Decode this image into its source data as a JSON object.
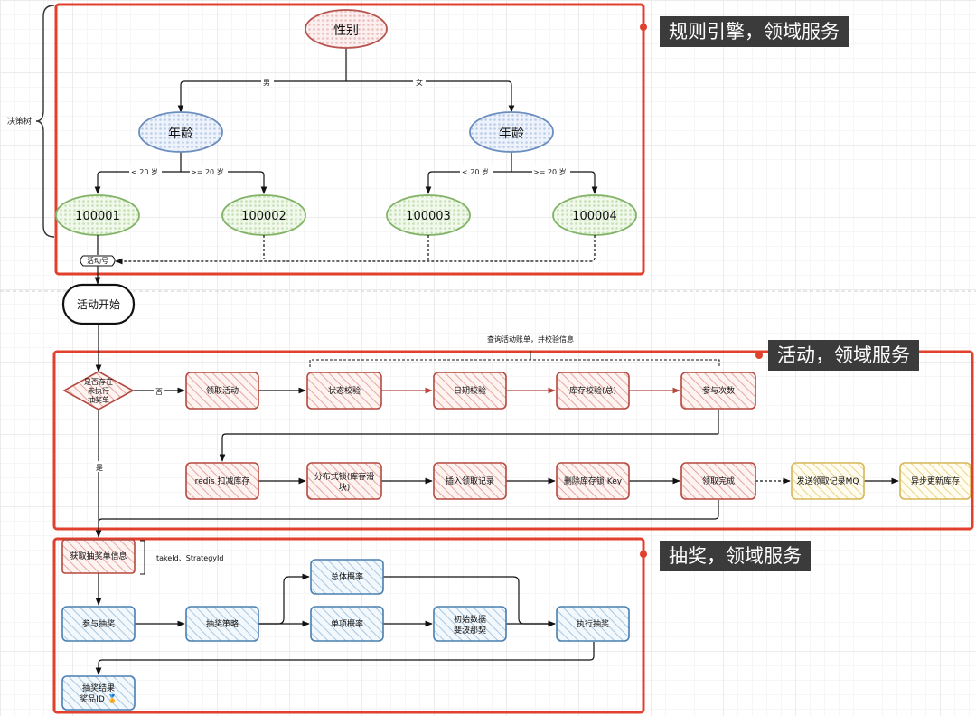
{
  "callouts": {
    "rules": "规则引擎，领域服务",
    "activity": "活动，领域服务",
    "draw": "抽奖，领域服务"
  },
  "tree": {
    "side_label": "决策树",
    "root": "性别",
    "branch_male": "男",
    "branch_female": "女",
    "age_left": "年龄",
    "age_right": "年龄",
    "edge_lt20_a": "< 20 岁",
    "edge_ge20_a": ">= 20 岁",
    "edge_lt20_b": "< 20 岁",
    "edge_ge20_b": ">= 20 岁",
    "leaf_1": "100001",
    "leaf_2": "100002",
    "leaf_3": "100003",
    "leaf_4": "100004",
    "activity_no": "活动号"
  },
  "start": "活动开始",
  "activity": {
    "decision": [
      "是否存在",
      "未执行",
      "抽奖单"
    ],
    "no_label": "否",
    "yes_label": "是",
    "query_note": "查询活动账单，并校验信息",
    "claim": "领取活动",
    "state_check": "状态校验",
    "date_check": "日期校验",
    "stock_check": "库存校验(总)",
    "join_count": "参与次数",
    "redis_deduct": "redis 扣减库存",
    "dist_lock": [
      "分布式锁(库存滑",
      "块)"
    ],
    "insert_record": "插入领取记录",
    "delete_lock": "删除库存锁 Key",
    "claim_done": "领取完成",
    "send_mq": "发送领取记录MQ",
    "async_stock": "异步更新库存"
  },
  "draw": {
    "get_order": "获取抽奖单信息",
    "ids_note": "takeId、StrategyId",
    "join_draw": "参与抽奖",
    "strategy": "抽奖策略",
    "overall_prob": "总体概率",
    "single_prob": "单项概率",
    "init_data": [
      "初始数据",
      "斐波那契"
    ],
    "execute": "执行抽奖",
    "result": [
      "抽奖结果",
      "奖品ID 🏅"
    ]
  },
  "colors": {
    "frame": "#e0402c",
    "red_box": "#b5493f",
    "blue": "#4a7fb0",
    "green": "#82b366",
    "ellipse_blue": "#6c8ebf",
    "ellipse_red": "#b85450",
    "gold": "#d6b656",
    "callout_bg": "#3b3b3b"
  }
}
